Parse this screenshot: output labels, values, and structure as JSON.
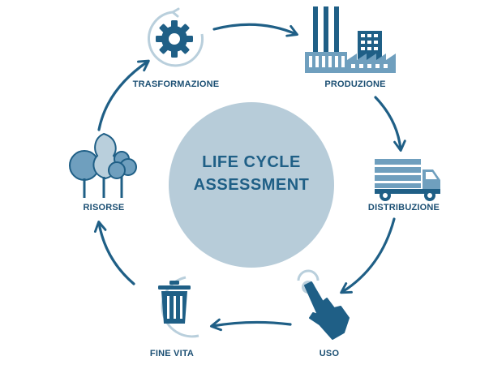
{
  "center": {
    "line1": "LIFE CYCLE",
    "line2": "ASSESSMENT"
  },
  "stages": {
    "trasformazione": "TRASFORMAZIONE",
    "produzione": "PRODUZIONE",
    "distribuzione": "DISTRIBUZIONE",
    "uso": "USO",
    "fine_vita": "FINE VITA",
    "risorse": "RISORSE"
  },
  "icons": {
    "trasformazione": "gear-icon",
    "produzione": "factory-icon",
    "distribuzione": "truck-icon",
    "uso": "hand-pointer-icon",
    "fine_vita": "trash-bin-icon",
    "risorse": "trees-icon"
  },
  "colors": {
    "primary": "#1f5f86",
    "accent": "#6f9fbe",
    "light": "#b9cfdc",
    "center_circle": "#b7ccd9",
    "label": "#1b4f73"
  }
}
